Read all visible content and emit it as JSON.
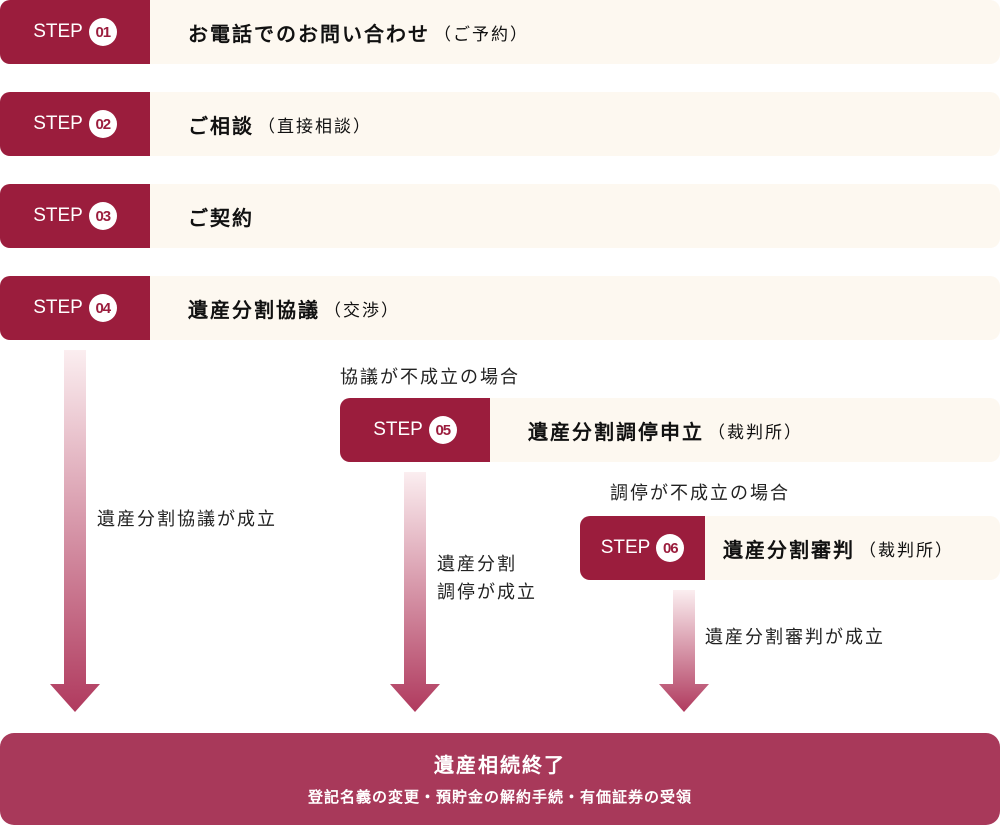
{
  "steps": [
    {
      "step_label": "STEP",
      "num": "01",
      "title": "お電話でのお問い合わせ",
      "note": "（ご予約）"
    },
    {
      "step_label": "STEP",
      "num": "02",
      "title": "ご相談",
      "note": "（直接相談）"
    },
    {
      "step_label": "STEP",
      "num": "03",
      "title": "ご契約",
      "note": ""
    },
    {
      "step_label": "STEP",
      "num": "04",
      "title": "遺産分割協議",
      "note": "（交渉）"
    },
    {
      "step_label": "STEP",
      "num": "05",
      "title": "遺産分割調停申立",
      "note": "（裁判所）"
    },
    {
      "step_label": "STEP",
      "num": "06",
      "title": "遺産分割審判",
      "note": "（裁判所）"
    }
  ],
  "labels": {
    "kyogi_fail": "協議が不成立の場合",
    "chotei_fail": "調停が不成立の場合",
    "kyogi_ok": "遺産分割協議が成立",
    "chotei_ok_1": "遺産分割",
    "chotei_ok_2": "調停が成立",
    "shinpan_ok": "遺産分割審判が成立"
  },
  "final": {
    "title": "遺産相続終了",
    "subtitle": "登記名義の変更・預貯金の解約手続・有価証券の受領"
  },
  "colors": {
    "badge": "#9b1d3d",
    "panel": "#fdf8f0",
    "final": "#a8395a"
  }
}
